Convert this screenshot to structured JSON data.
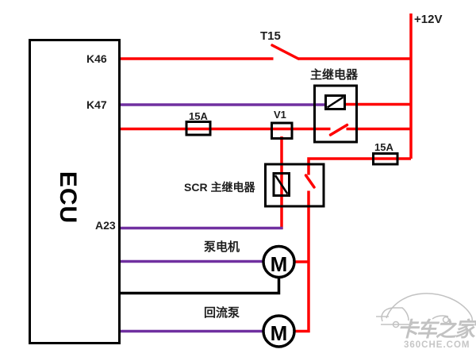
{
  "labels": {
    "power": "+12V",
    "ignition_switch": "T15",
    "main_relay": "主继电器",
    "scr_relay": "SCR 主继电器",
    "fuse_left": "15A",
    "fuse_right": "15A",
    "diode": "V1",
    "ecu": "ECU",
    "pin_k46": "K46",
    "pin_k47": "K47",
    "pin_a23": "A23",
    "pump_motor": "泵电机",
    "return_pump": "回流泵",
    "motor_symbol_pump": "M",
    "motor_symbol_return": "M"
  },
  "watermark": {
    "brand": "卡车之家",
    "site": "360CHE.COM"
  },
  "colors": {
    "wire_power": "#fe0000",
    "wire_signal": "#7030a0",
    "wire_ground": "#000000",
    "component_outline": "#000000",
    "watermark": "#c2c2c2"
  }
}
